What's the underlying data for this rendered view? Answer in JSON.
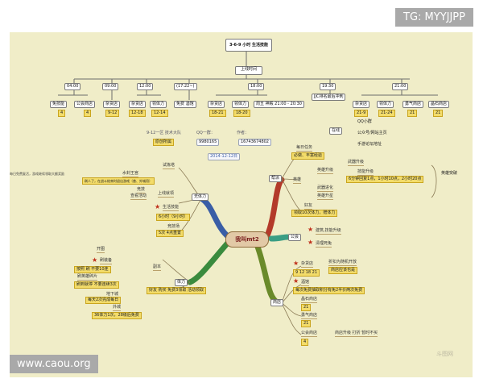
{
  "watermarks": {
    "top": "TG: MYYJJPP",
    "bottom": "www.caou.org",
    "corner_logo": "斗图网"
  },
  "schedule": {
    "title": "3-6-9 小时 生活技能",
    "online": "上线时间",
    "times": [
      "04:00",
      "09:00",
      "12:00",
      "(17:22~)",
      "18:00",
      "19:30",
      "21:00"
    ],
    "items": [
      "免技能",
      "公会商店",
      "杂货店",
      "杂货店",
      "领体力",
      "免费 酒馆",
      "杂货店",
      "领体力",
      "周五 神殿 21:00 - 20:30",
      "JJC排名最后冲刺",
      "杂货店",
      "领体力",
      "勇气商店",
      "晶石商店"
    ],
    "values": [
      "4",
      "4",
      "9-12",
      "12-18",
      "12-14",
      "18-21",
      "18-20",
      "21-9",
      "21-24",
      "21",
      "21"
    ]
  },
  "legend": {
    "qq_label": "QQ一群：",
    "qq_value": "9980165",
    "author_label": "作者：",
    "author_value": "16743674802",
    "sect_label": "9-12一区 技术大队",
    "sect_value": "原创所属",
    "date": "2014-12-12日",
    "online_label": "在线",
    "online_items": [
      "QQ小群",
      "公众号/网站主页",
      "手游论坛地址"
    ]
  },
  "center": "我叫mt2",
  "branches": {
    "stamina": {
      "label": "无体力",
      "items": [
        "试炼塔",
        "水封王宫",
        "刷人了，在战斗结束时退出游戏（普、外城用）",
        "竞技",
        "上线就领",
        "查看活动",
        "生活技能",
        "6小时（9小时）",
        "竞技场",
        "5次 4点重置"
      ],
      "note": "每日免费复活，游戏继续领取大额奖励"
    },
    "energy": {
      "label": "体力",
      "items": [
        "开图",
        "刷装备",
        "按照 刷 不要10连",
        "刷英雄碎片",
        "刷到就停 不要连续3次",
        "地下城",
        "每天2次完成每日",
        "外城",
        "36体力1次，28级后免费",
        "副本",
        "好友 购买 免费3领取 活动领取"
      ]
    },
    "help": {
      "label": "帮派",
      "items": [
        "每日任务",
        "必做、丰富经验",
        "英雄",
        "英雄升级",
        "武器升级",
        "技能升级",
        "6分钟回复1点，1小时10点，2小时20点",
        "英雄突破",
        "武器进化",
        "英雄升星",
        "好友",
        "领取10次体力，赠体力"
      ]
    },
    "guild": {
      "label": "公会",
      "items": [
        "建筑,技能升级",
        "清理死兔"
      ]
    },
    "shop": {
      "label": "商店",
      "items": [
        "杂货店",
        "9 12 18 21",
        "折扣为随机开放",
        "商店应该也是",
        "酒馆",
        "每次免费抽取积分有免2半价两次免费",
        "晶石商店",
        "21",
        "勇气商店",
        "21",
        "公会商店",
        "4",
        "商店升级 打折 暂时不买"
      ]
    }
  }
}
